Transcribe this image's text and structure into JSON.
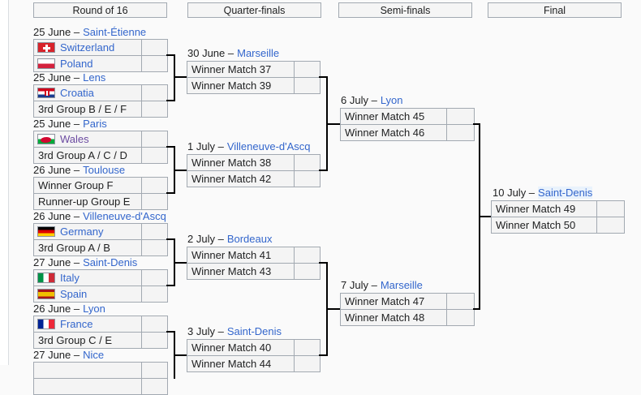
{
  "colors": {
    "link": "#3366cc",
    "visited_link": "#6b4ba1",
    "connector": "#000000",
    "box_fill": "#f4f4f4",
    "box_border": "#a2a9b1"
  },
  "round_headers": [
    "Round of 16",
    "Quarter-finals",
    "Semi-finals",
    "Final"
  ],
  "r16": [
    {
      "date": "25 June –",
      "city": "Saint-Étienne",
      "teams": [
        {
          "name": "Switzerland",
          "flag": "sui",
          "score": ""
        },
        {
          "name": "Poland",
          "flag": "pol",
          "score": ""
        }
      ]
    },
    {
      "date": "25 June –",
      "city": "Lens",
      "teams": [
        {
          "name": "Croatia",
          "flag": "cro",
          "score": ""
        },
        {
          "name": "3rd Group B / E / F",
          "score": ""
        }
      ]
    },
    {
      "date": "25 June –",
      "city": "Paris",
      "teams": [
        {
          "name": "Wales",
          "flag": "wal",
          "score": ""
        },
        {
          "name": "3rd Group A / C / D",
          "score": ""
        }
      ]
    },
    {
      "date": "26 June –",
      "city": "Toulouse",
      "teams": [
        {
          "name": "Winner Group F",
          "score": ""
        },
        {
          "name": "Runner-up Group E",
          "score": ""
        }
      ]
    },
    {
      "date": "26 June –",
      "city": "Villeneuve-d'Ascq",
      "teams": [
        {
          "name": "Germany",
          "flag": "ger",
          "score": ""
        },
        {
          "name": "3rd Group A / B",
          "score": ""
        }
      ]
    },
    {
      "date": "27 June –",
      "city": "Saint-Denis",
      "teams": [
        {
          "name": "Italy",
          "flag": "ita",
          "score": ""
        },
        {
          "name": "Spain",
          "flag": "esp",
          "score": ""
        }
      ]
    },
    {
      "date": "26 June –",
      "city": "Lyon",
      "teams": [
        {
          "name": "France",
          "flag": "fra",
          "score": ""
        },
        {
          "name": "3rd Group C / E",
          "score": ""
        }
      ]
    },
    {
      "date": "27 June –",
      "city": "Nice",
      "teams": [
        {
          "name": "",
          "score": ""
        },
        {
          "name": "",
          "score": ""
        }
      ]
    }
  ],
  "qf": [
    {
      "date": "30 June –",
      "city": "Marseille",
      "teams": [
        {
          "name": "Winner Match 37",
          "score": ""
        },
        {
          "name": "Winner Match 39",
          "score": ""
        }
      ]
    },
    {
      "date": "1 July –",
      "city": "Villeneuve-d'Ascq",
      "teams": [
        {
          "name": "Winner Match 38",
          "score": ""
        },
        {
          "name": "Winner Match 42",
          "score": ""
        }
      ]
    },
    {
      "date": "2 July –",
      "city": "Bordeaux",
      "teams": [
        {
          "name": "Winner Match 41",
          "score": ""
        },
        {
          "name": "Winner Match 43",
          "score": ""
        }
      ]
    },
    {
      "date": "3 July –",
      "city": "Saint-Denis",
      "teams": [
        {
          "name": "Winner Match 40",
          "score": ""
        },
        {
          "name": "Winner Match 44",
          "score": ""
        }
      ]
    }
  ],
  "sf": [
    {
      "date": "6 July –",
      "city": "Lyon",
      "teams": [
        {
          "name": "Winner Match 45",
          "score": ""
        },
        {
          "name": "Winner Match 46",
          "score": ""
        }
      ]
    },
    {
      "date": "7 July –",
      "city": "Marseille",
      "teams": [
        {
          "name": "Winner Match 47",
          "score": ""
        },
        {
          "name": "Winner Match 48",
          "score": ""
        }
      ]
    }
  ],
  "final": [
    {
      "date": "10 July –",
      "city": "Saint-Denis",
      "city_highlighted": true,
      "teams": [
        {
          "name": "Winner Match 49",
          "score": ""
        },
        {
          "name": "Winner Match 50",
          "score": ""
        }
      ]
    }
  ]
}
